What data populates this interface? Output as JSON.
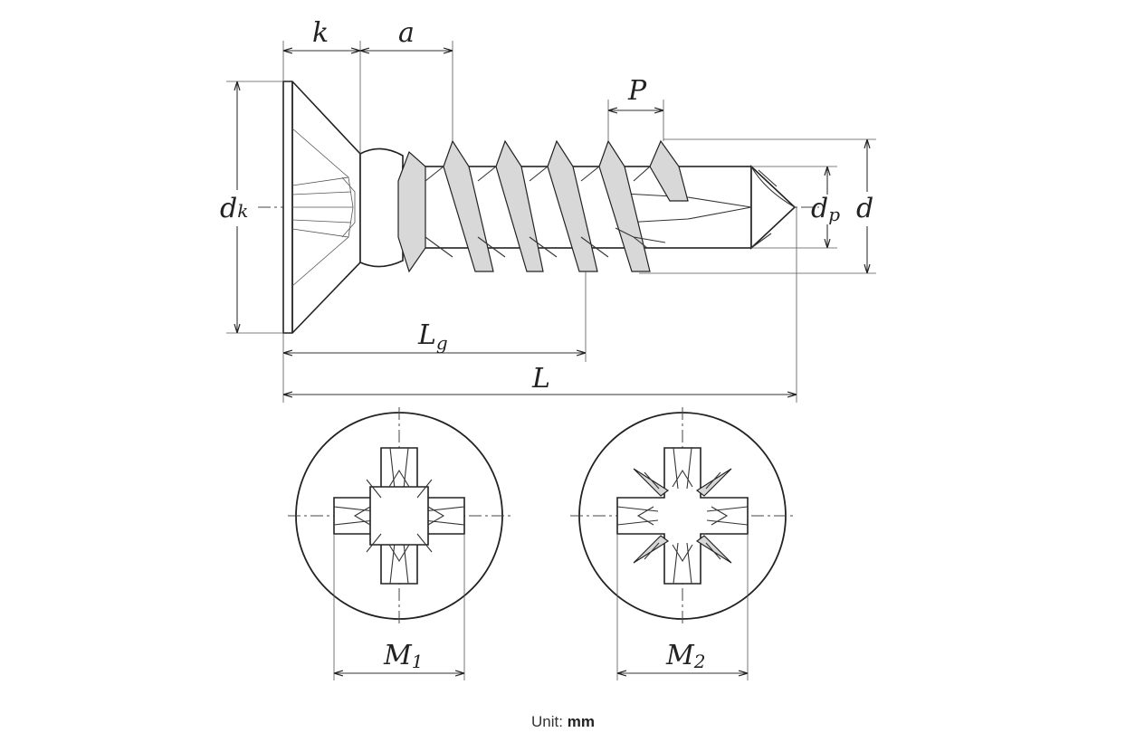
{
  "labels": {
    "k": "k",
    "a": "a",
    "P": "P",
    "dk_main": "d",
    "dk_sub": "k",
    "dp_main": "d",
    "dp_sub": "p",
    "d": "d",
    "Lg_main": "L",
    "Lg_sub": "g",
    "L": "L",
    "M1_main": "M",
    "M1_sub": "1",
    "M2_main": "M",
    "M2_sub": "2"
  },
  "caption": {
    "prefix": "Unit: ",
    "unit": "mm"
  }
}
